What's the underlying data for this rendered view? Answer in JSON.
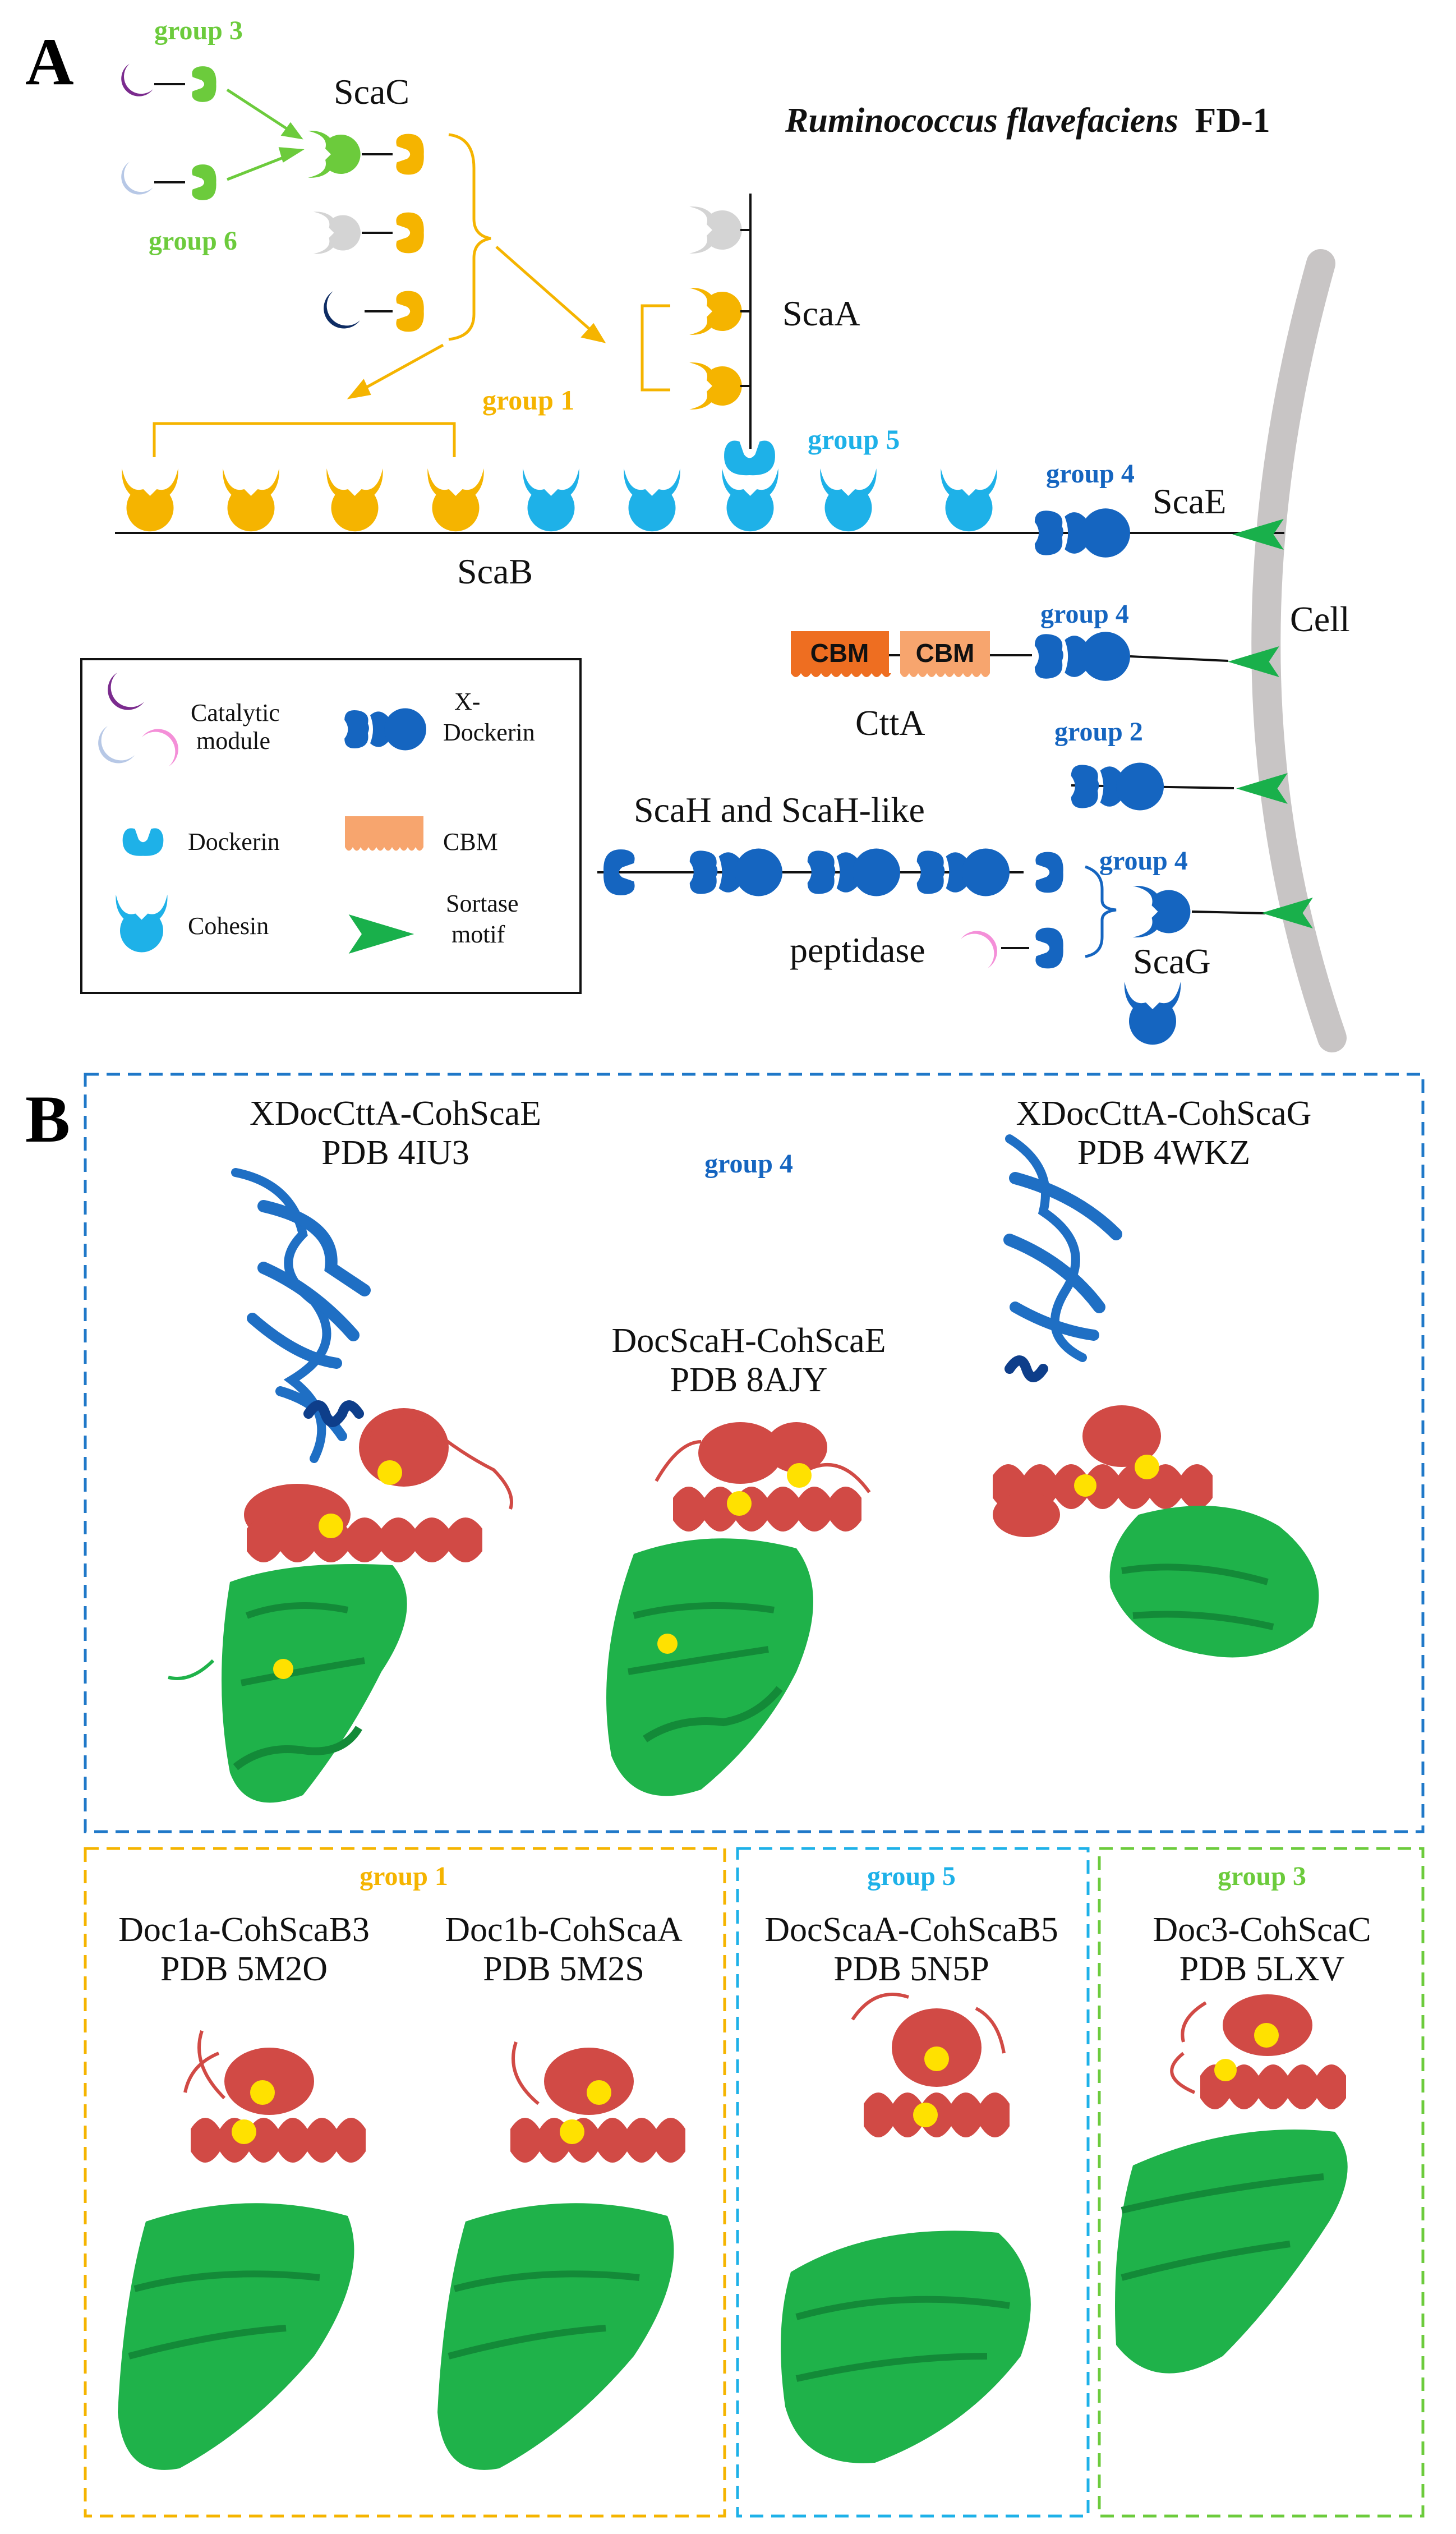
{
  "panels": {
    "a": "A",
    "b": "B"
  },
  "colors": {
    "group1": "#F5B400",
    "group2": "#1565C0",
    "group3": "#6CCB3C",
    "group4": "#1565C0",
    "group5": "#1EB1E8",
    "x_dockerin": "#1565C0",
    "cbm_dark": "#EE6E21",
    "cbm_light": "#F7A56E",
    "sortase": "#19B04B",
    "cell_wall": "#C8C5C5",
    "catalytic_purple": "#7B2B8E",
    "catalytic_lightblue": "#B7C8E6",
    "catalytic_pink": "#F48FD8",
    "catalytic_navy": "#0E2C63",
    "gray_module": "#D4D4D4",
    "helix_red": "#D14A45",
    "sheet_green": "#1FB24A",
    "calcium_yellow": "#FFE100",
    "xmod_blue": "#1F6FC4"
  },
  "panel_a": {
    "organism_species": "Ruminococcus flavefaciens",
    "organism_strain": "FD-1",
    "scaffoldins": {
      "scac": "ScaC",
      "scaa": "ScaA",
      "scab": "ScaB",
      "scae": "ScaE",
      "ctta": "CttA",
      "scah": "ScaH and ScaH-like",
      "peptidase": "peptidase",
      "scag": "ScaG"
    },
    "cell": "Cell",
    "cbm_label": "CBM",
    "groups": {
      "g3": "group 3",
      "g6": "group 6",
      "g1": "group 1",
      "g5": "group 5",
      "g4_scae": "group 4",
      "g4_ctta": "group 4",
      "g2": "group 2",
      "g4_scah": "group 4"
    },
    "legend": {
      "catalytic": "Catalytic\nmodule",
      "x_dockerin": "X-\nDockerin",
      "dockerin": "Dockerin",
      "cbm": "CBM",
      "cohesin": "Cohesin",
      "sortase": "Sortase\nmotif"
    }
  },
  "panel_b": {
    "group4_label": "group 4",
    "structures_group4": [
      {
        "name": "XDocCttA-CohScaE",
        "pdb": "PDB 4IU3"
      },
      {
        "name": "DocScaH-CohScaE",
        "pdb": "PDB 8AJY"
      },
      {
        "name": "XDocCttA-CohScaG",
        "pdb": "PDB 4WKZ"
      }
    ],
    "group1_label": "group 1",
    "structures_group1": [
      {
        "name": "Doc1a-CohScaB3",
        "pdb": "PDB 5M2O"
      },
      {
        "name": "Doc1b-CohScaA",
        "pdb": "PDB 5M2S"
      }
    ],
    "group5_label": "group 5",
    "structures_group5": [
      {
        "name": "DocScaA-CohScaB5",
        "pdb": "PDB 5N5P"
      }
    ],
    "group3_label": "group 3",
    "structures_group3": [
      {
        "name": "Doc3-CohScaC",
        "pdb": "PDB 5LXV"
      }
    ]
  }
}
